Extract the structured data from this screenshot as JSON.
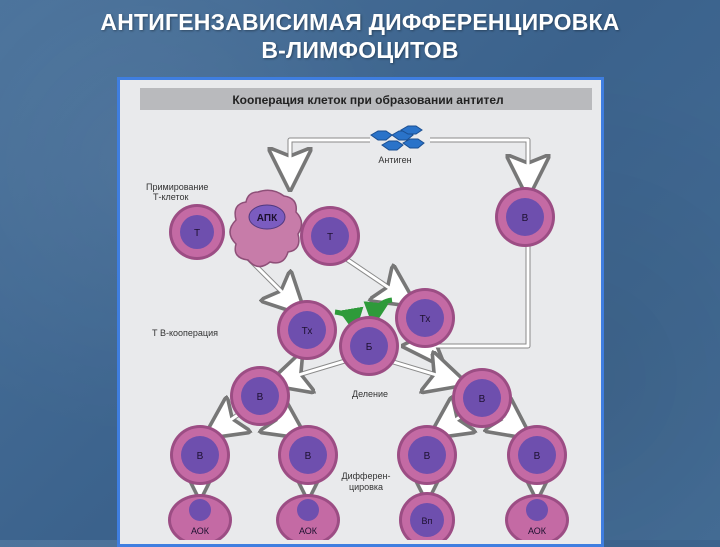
{
  "title": {
    "line1": "АНТИГЕНЗАВИСИМАЯ ДИФФЕРЕНЦИРОВКА",
    "line2": "В-ЛИМФОЦИТОВ"
  },
  "figure": {
    "header": "Кооперация клеток при образовании антител",
    "antigen_label": "Антиген",
    "priming_label_1": "Примирование",
    "priming_label_2": "Т-клеток",
    "tb_label": "Т  В-кооперация",
    "division_label": "Деление",
    "diff_label_1": "Дифферен-",
    "diff_label_2": "цировка",
    "cells": {
      "apc": "АПК",
      "t1": "Т",
      "t2": "Т",
      "b_top": "В",
      "th1": "Тх",
      "th2": "Тх",
      "b_center": "Б",
      "b_div_left": "В",
      "b_div_right": "В",
      "b4_1": "В",
      "b4_2": "В",
      "b4_3": "В",
      "b4_4": "В",
      "aok1": "АОК",
      "aok2": "АОК",
      "bm": "Вп",
      "aok4": "АОК"
    }
  },
  "colors": {
    "background": "#3f6690",
    "frame_border": "#3f7ee0",
    "cell_fill": "#c46aa4",
    "cell_ring": "#9c4d84",
    "nucleus": "#6e4fae",
    "apc": "#c77ca9",
    "antigen": "#2a73c9",
    "green_arrow": "#2e9a3a",
    "header_bar": "#b9babd"
  }
}
